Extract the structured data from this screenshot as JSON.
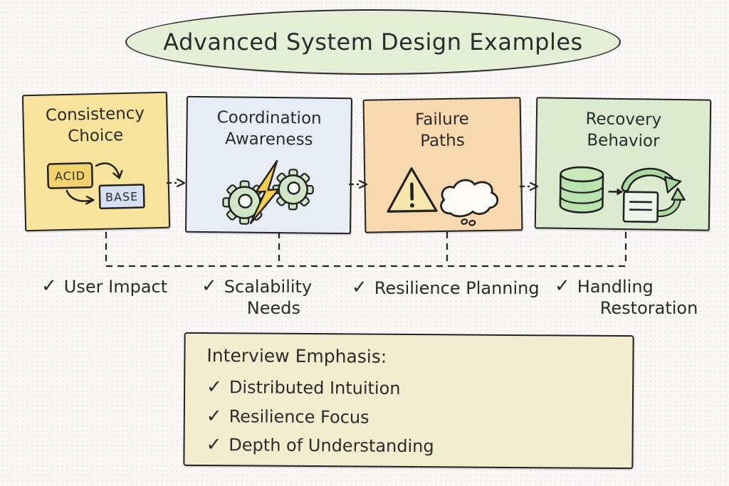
{
  "title": {
    "text": "Advanced System Design Examples"
  },
  "cards": [
    {
      "title_line1": "Consistency",
      "title_line2": "Choice",
      "icon": "acid-base-icon",
      "color": "#f8e39c"
    },
    {
      "title_line1": "Coordination",
      "title_line2": "Awareness",
      "icon": "gears-lightning-icon",
      "color": "#e8ecf5"
    },
    {
      "title_line1": "Failure",
      "title_line2": "Paths",
      "icon": "warning-cloud-icon",
      "color": "#f8d8ae"
    },
    {
      "title_line1": "Recovery",
      "title_line2": "Behavior",
      "icon": "database-sync-icon",
      "color": "#dcead0"
    }
  ],
  "icon_labels": {
    "acid": "ACID",
    "base": "BASE",
    "warning_mark": "!"
  },
  "check_glyph": "✓",
  "criteria": [
    {
      "line1": "User Impact",
      "line2": ""
    },
    {
      "line1": "Scalability",
      "line2": "Needs"
    },
    {
      "line1": "Resilience Planning",
      "line2": ""
    },
    {
      "line1": "Handling",
      "line2": "Restoration"
    }
  ],
  "note": {
    "heading": "Interview Emphasis:",
    "items": [
      "Distributed Intuition",
      "Resilience Focus",
      "Depth of Understanding"
    ]
  },
  "colors": {
    "ink": "#2b2b2b",
    "title_fill": "#e4efd6",
    "card_consistency": "#f8e39c",
    "card_coordination": "#e8ecf5",
    "card_failure": "#f8d8ae",
    "card_recovery": "#dcead0",
    "note_fill": "#f2edcf",
    "acid_fill": "#f2d26d",
    "base_fill": "#d6e0f2",
    "gear_fill": "#cfe7c6",
    "bolt_fill": "#f6ce4b",
    "warning_fill": "#f7e7ac",
    "database_fill": "#b9e2ae",
    "sync_arrow_fill": "#abd9a1"
  }
}
